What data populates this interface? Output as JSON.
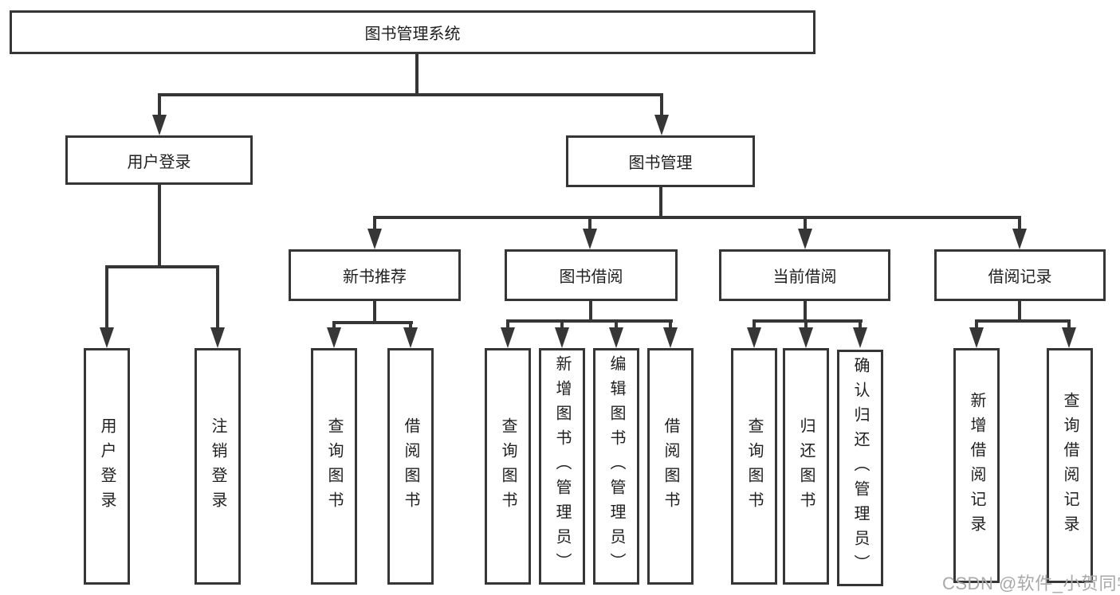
{
  "diagram": {
    "root": {
      "label": "图书管理系统"
    },
    "level2": {
      "user_login": {
        "label": "用户登录"
      },
      "book_mgmt": {
        "label": "图书管理"
      }
    },
    "level3": {
      "new_books": {
        "label": "新书推荐"
      },
      "book_borrow": {
        "label": "图书借阅"
      },
      "current_borrow": {
        "label": "当前借阅"
      },
      "borrow_records": {
        "label": "借阅记录"
      }
    },
    "leaves": {
      "user_login": {
        "login": "用户登录",
        "logout": "注销登录"
      },
      "new_books": {
        "query": "查询图书",
        "borrow": "借阅图书"
      },
      "book_borrow": {
        "query": "查询图书",
        "add": "新增图书（管理员）",
        "edit": "编辑图书（管理员）",
        "borrow": "借阅图书"
      },
      "current_borrow": {
        "query": "查询图书",
        "return": "归还图书",
        "confirm_return": "确认归还（管理员）"
      },
      "borrow_records": {
        "add": "新增借阅记录",
        "query": "查询借阅记录"
      }
    },
    "watermark": "CSDN @软件_小贺同学"
  },
  "colors": {
    "line": "#363636",
    "text": "#1f1f1f",
    "background": "#ffffff",
    "watermark": "#a9a9a9"
  }
}
